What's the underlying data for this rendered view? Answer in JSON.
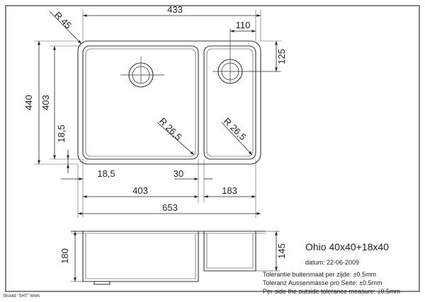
{
  "product": {
    "title": "Ohio 40x40+18x40",
    "date_label": "datum: 22-06-2009",
    "tolerance_nl": "Tolerantie buitenmaat per zijde: ±0.5mm",
    "tolerance_de": "Toleranz Aussenmasse pro Seite: ±0.5mm",
    "tolerance_en": "Per side the outside tolerance measure: ±0.5mm"
  },
  "sheet": {
    "footer": "Should \"SHT\" Work"
  },
  "dimensions": {
    "radius_outer": "R 45",
    "top_inner_width": "433",
    "small_offset": "110",
    "small_drain_from_top": "125",
    "overall_height": "440",
    "large_bowl_height": "403",
    "bottom_offset": "18,5",
    "large_radius": "R 26,5",
    "small_radius": "R 26,5",
    "left_margin": "18,5",
    "divider_width": "30",
    "large_bowl_width": "403",
    "small_bowl_width": "183",
    "overall_width": "653",
    "large_depth": "180",
    "small_depth": "145"
  }
}
